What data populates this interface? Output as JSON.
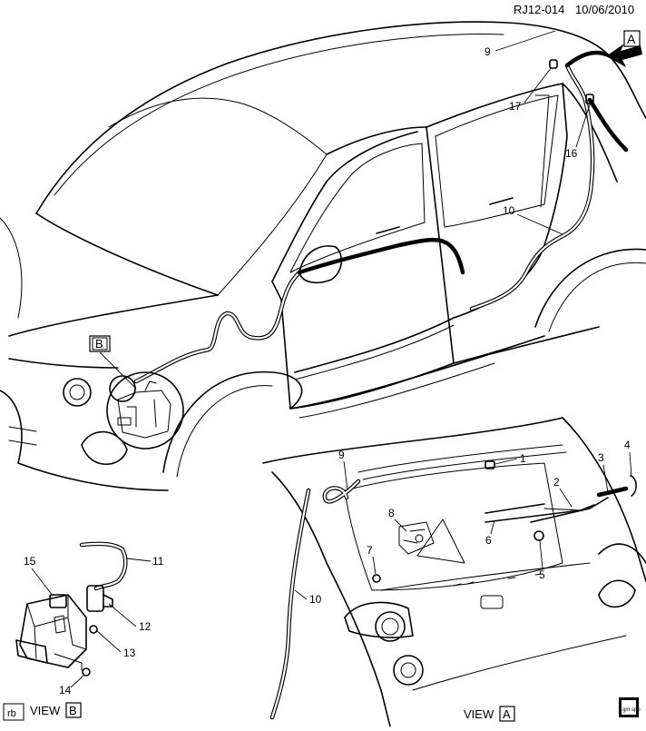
{
  "header": {
    "ref_code": "RJ12-014",
    "date": "10/06/2010"
  },
  "view_markers": {
    "a": "A",
    "b": "B"
  },
  "captions": {
    "view_a_word": "VIEW",
    "view_a_letter": "A",
    "view_b_word": "VIEW",
    "view_b_letter": "B"
  },
  "footer": {
    "corner_tag": "rb",
    "logo_text": "gm spo"
  },
  "callouts": [
    {
      "id": "c9a",
      "label": "9"
    },
    {
      "id": "c17",
      "label": "17"
    },
    {
      "id": "c16",
      "label": "16"
    },
    {
      "id": "c10a",
      "label": "10"
    },
    {
      "id": "c9b",
      "label": "9"
    },
    {
      "id": "c1",
      "label": "1"
    },
    {
      "id": "c3",
      "label": "3"
    },
    {
      "id": "c4",
      "label": "4"
    },
    {
      "id": "c2",
      "label": "2"
    },
    {
      "id": "c8",
      "label": "8"
    },
    {
      "id": "c7",
      "label": "7"
    },
    {
      "id": "c6",
      "label": "6"
    },
    {
      "id": "c5",
      "label": "5"
    },
    {
      "id": "c10b",
      "label": "10"
    },
    {
      "id": "c15",
      "label": "15"
    },
    {
      "id": "c11",
      "label": "11"
    },
    {
      "id": "c12",
      "label": "12"
    },
    {
      "id": "c13",
      "label": "13"
    },
    {
      "id": "c14",
      "label": "14"
    }
  ]
}
